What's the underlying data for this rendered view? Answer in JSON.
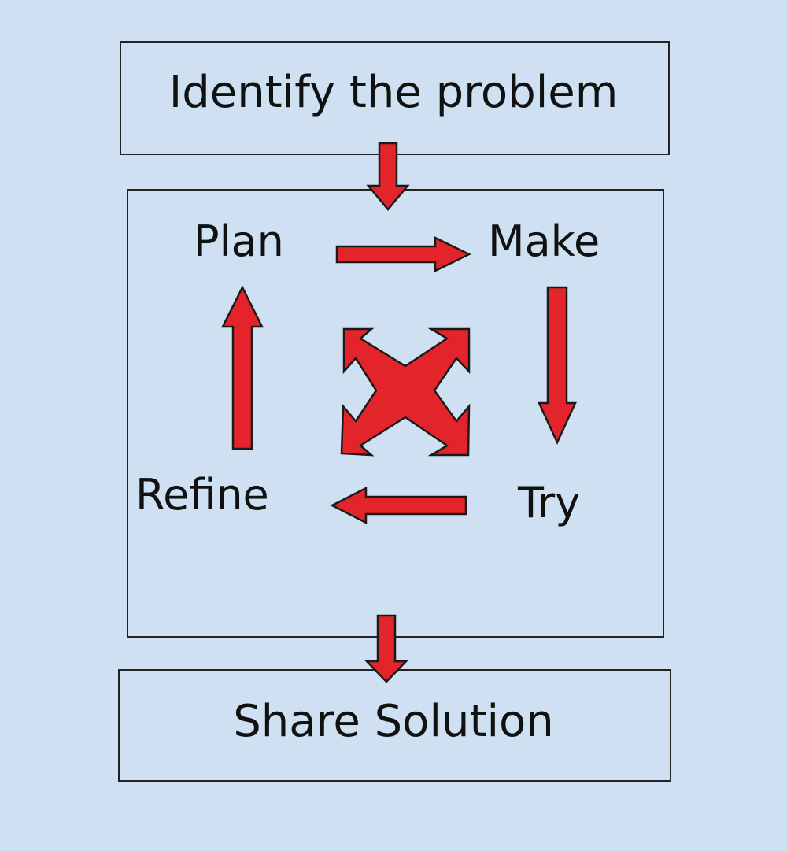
{
  "diagram": {
    "top_box": {
      "label": "Identify the problem"
    },
    "cycle": {
      "steps": {
        "plan": "Plan",
        "make": "Make",
        "try": "Try",
        "refine": "Refine"
      }
    },
    "bottom_box": {
      "label": "Share Solution"
    },
    "colors": {
      "background": "#cfe0f3",
      "arrow_fill": "#e3242b",
      "stroke": "#1a1a1a"
    },
    "icons": [
      "arrow-down-icon",
      "arrow-right-icon",
      "arrow-left-icon",
      "arrow-up-icon",
      "four-way-arrows-icon"
    ]
  }
}
